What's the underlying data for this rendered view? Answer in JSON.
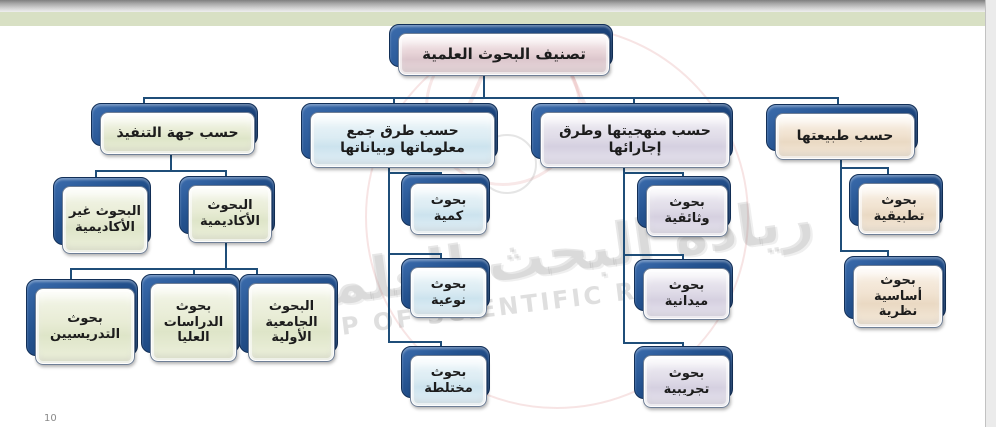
{
  "slide": {
    "number": "10"
  },
  "watermark": {
    "arabic": "ريادة البحث العلمي",
    "latin": "HIP OF SCIENTIFIC RESEA"
  },
  "palette": {
    "shadow_blue": "#1e4b8a",
    "connector_blue": "#1f4e79",
    "root_pink": "#e3ced3",
    "executor_green": "#e3e9cf",
    "collection_blue": "#d3e6ef",
    "methodology_purple": "#d9d5e3",
    "nature_tan": "#f0e2cf",
    "top_strip_green": "#d8e0c4"
  },
  "tree": {
    "root": {
      "label": "تصنيف البحوث العلمية"
    },
    "branches": [
      {
        "label": "حسب جهة التنفيذ",
        "children": [
          {
            "label": "البحوث غير الأكاديمية"
          },
          {
            "label": "البحوث الأكاديمية",
            "children": [
              {
                "label": "بحوث التدريسيين"
              },
              {
                "label": "بحوث الدراسات العليا"
              },
              {
                "label": "البحوث الجامعية الأولية"
              }
            ]
          }
        ]
      },
      {
        "label": "حسب طرق جمع معلوماتها وبياناتها",
        "children": [
          {
            "label": "بحوث كمية"
          },
          {
            "label": "بحوث نوعية"
          },
          {
            "label": "بحوث مختلطة"
          }
        ]
      },
      {
        "label": "حسب منهجيتها وطرق إجارائها",
        "children": [
          {
            "label": "بحوث وثائقية"
          },
          {
            "label": "بحوث ميدانية"
          },
          {
            "label": "بحوث تجريبية"
          }
        ]
      },
      {
        "label": "حسب طبيعتها",
        "children": [
          {
            "label": "بحوث تطبيقية"
          },
          {
            "label": "بحوث أساسية نظرية"
          }
        ]
      }
    ]
  }
}
